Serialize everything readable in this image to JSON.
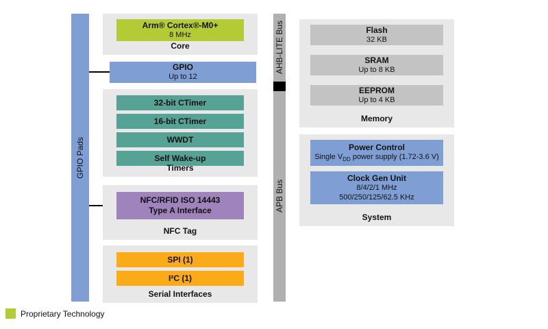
{
  "diagram": {
    "gpio_pads_label": "GPIO Pads",
    "ahb_bus_label": "AHB-LITE Bus",
    "apb_bus_label": "APB Bus",
    "core": {
      "group_label": "Core",
      "title": "Arm® Cortex®-M0+",
      "subtitle": "8 MHz"
    },
    "gpio": {
      "title": "GPIO",
      "subtitle": "Up to 12"
    },
    "timers": {
      "group_label": "Timers",
      "blocks": [
        "32-bit CTimer",
        "16-bit CTimer",
        "WWDT",
        "Self Wake-up"
      ]
    },
    "nfc": {
      "group_label": "NFC Tag",
      "line1": "NFC/RFID ISO 14443",
      "line2": "Type A Interface"
    },
    "serial": {
      "group_label": "Serial Interfaces",
      "blocks": [
        "SPI (1)",
        "I²C (1)"
      ]
    },
    "memory": {
      "group_label": "Memory",
      "blocks": [
        {
          "title": "Flash",
          "subtitle": "32 KB"
        },
        {
          "title": "SRAM",
          "subtitle": "Up to 8 KB"
        },
        {
          "title": "EEPROM",
          "subtitle": "Up to 4 KB"
        }
      ]
    },
    "system": {
      "group_label": "System",
      "power": {
        "title": "Power Control",
        "sub_pre": "Single V",
        "sub_sub": "DD",
        "sub_post": " power supply (1.72-3.6 V)"
      },
      "clock": {
        "title": "Clock Gen Unit",
        "line1": "8/4/2/1 MHz",
        "line2": "500/250/125/62.5 KHz"
      }
    }
  },
  "legend": {
    "label": "Proprietary Technology"
  },
  "colors": {
    "proprietary_green": "#b5cb35",
    "block_blue": "#7f9fd4",
    "timer_teal": "#56a295",
    "nfc_purple": "#9f83bd",
    "serial_orange": "#fbab18",
    "group_background": "#e8e8e8",
    "memory_gray": "#c3c3c3",
    "bus_gray": "#b0b0b0"
  }
}
